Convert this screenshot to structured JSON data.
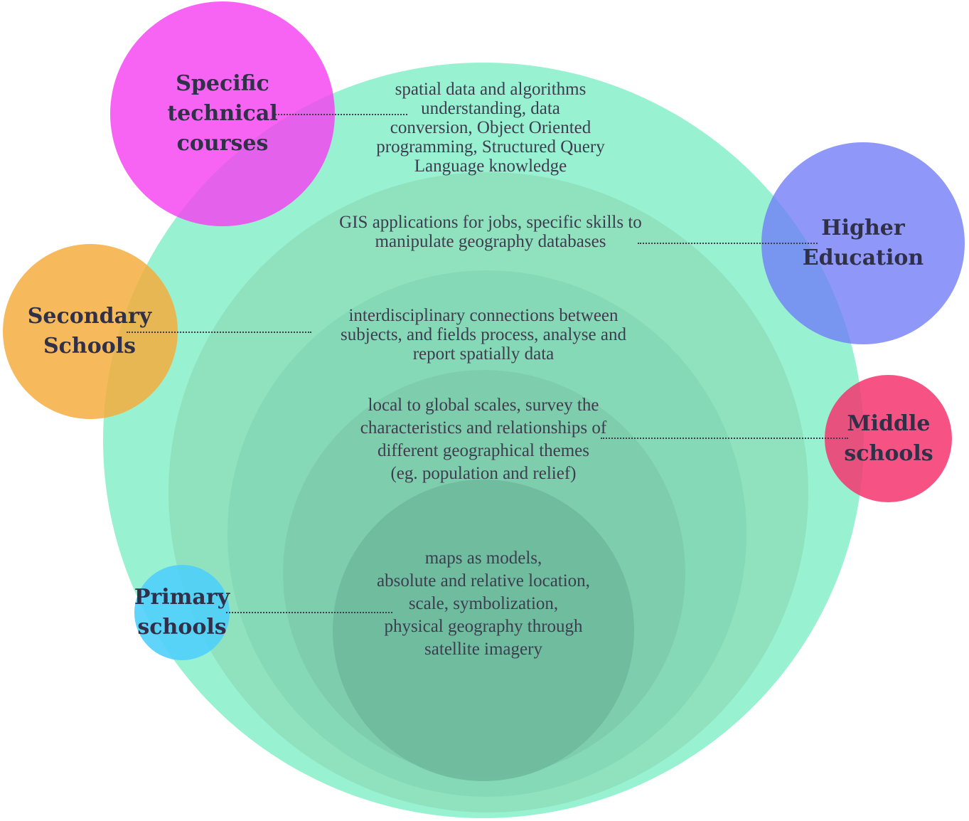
{
  "colors": {
    "ring1": "#98f2d2",
    "ring2": "#8fe0be",
    "ring3": "#86d8b6",
    "ring4": "#7dcdac",
    "ring5": "#6fbb9d",
    "specific_technical": "#f542f0",
    "higher_education": "#6f7bf7",
    "secondary_schools": "#f4ad3e",
    "middle_schools": "#f5356e",
    "primary_schools": "#4fcff9"
  },
  "rings": [
    {
      "id": "ring-1",
      "lines": [
        "spatial data and algorithms",
        "understanding, data",
        "conversion, Object Oriented",
        "programming, Structured Query",
        "Language knowledge"
      ]
    },
    {
      "id": "ring-2",
      "lines": [
        "GIS applications for jobs, specific skills to",
        "manipulate geography databases"
      ]
    },
    {
      "id": "ring-3",
      "lines": [
        "interdisciplinary connections between",
        "subjects, and fields process, analyse and",
        "report spatially data"
      ]
    },
    {
      "id": "ring-4",
      "lines": [
        "local to global scales, survey the",
        "characteristics and relationships of",
        "different geographical themes",
        "(eg. population and relief)"
      ]
    },
    {
      "id": "ring-5",
      "lines": [
        "maps as models,",
        "absolute and relative location,",
        "scale, symbolization,",
        "physical geography through",
        "satellite imagery"
      ]
    }
  ],
  "levels": {
    "specific_technical": {
      "lines": [
        "Specific",
        "technical",
        "courses"
      ]
    },
    "higher_education": {
      "lines": [
        "Higher",
        "Education"
      ]
    },
    "secondary_schools": {
      "lines": [
        "Secondary",
        "Schools"
      ]
    },
    "middle_schools": {
      "lines": [
        "Middle",
        "schools"
      ]
    },
    "primary_schools": {
      "lines": [
        "Primary",
        "schools"
      ]
    }
  }
}
